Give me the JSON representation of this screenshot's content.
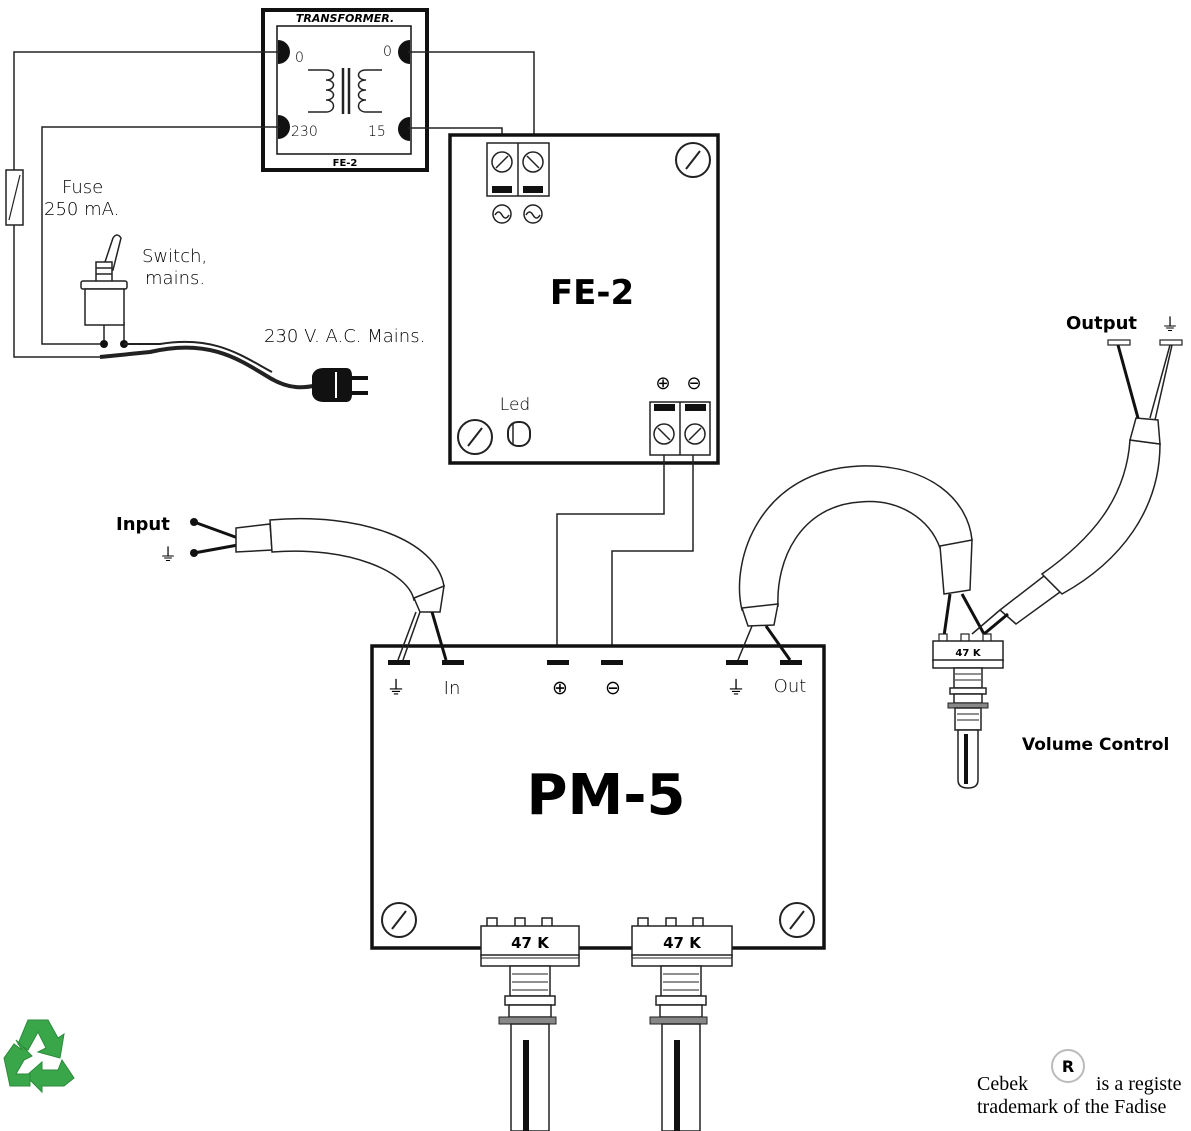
{
  "transformer": {
    "title": "TRANSFORMER.",
    "code": "FE-2",
    "pin_in_zero": "0",
    "pin_in_230": "230",
    "pin_out_zero": "0",
    "pin_out_15": "15"
  },
  "fuse": {
    "label_line1": "Fuse",
    "label_line2": "250 mA."
  },
  "switch": {
    "label_line1": "Switch,",
    "label_line2": "mains."
  },
  "mains": {
    "label": "230 V. A.C. Mains."
  },
  "fe2_module": {
    "title": "FE-2",
    "led_label": "Led",
    "plus_symbol": "⊕",
    "minus_symbol": "⊖"
  },
  "pm5_module": {
    "title": "PM-5",
    "ground_symbol": "⏚",
    "in_label": "In",
    "plus_symbol": "⊕",
    "minus_symbol": "⊖",
    "out_label": "Out",
    "pot1_value": "47 K",
    "pot2_value": "47 K"
  },
  "input": {
    "label": "Input",
    "ground_symbol": "⏚"
  },
  "output": {
    "label": "Output",
    "ground_symbol": "⏚"
  },
  "volume": {
    "label": "Volume Control",
    "pot_value": "47 K"
  },
  "footer": {
    "brand": "Cebek",
    "registered_symbol": "R",
    "trademark_line1": "is a registe",
    "trademark_line2": "trademark of the Fadise"
  },
  "colors": {
    "line": "#1a1a1a",
    "recycle": "#3aa64a"
  }
}
